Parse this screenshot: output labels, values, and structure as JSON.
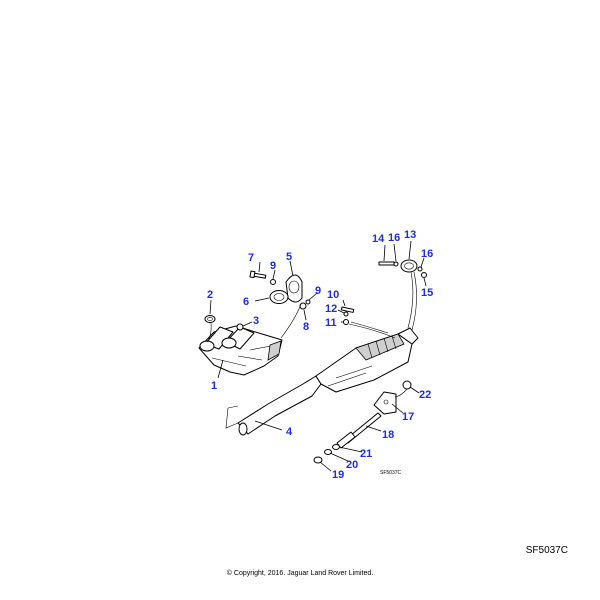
{
  "diagram": {
    "callouts": [
      "1",
      "2",
      "3",
      "4",
      "5",
      "6",
      "7",
      "8",
      "9",
      "9",
      "10",
      "11",
      "12",
      "13",
      "14",
      "15",
      "16",
      "16",
      "17",
      "18",
      "19",
      "20",
      "21",
      "22"
    ],
    "inline_ref": "SF5037C"
  },
  "footer": {
    "ref_code": "SF5037C",
    "copyright": "© Copyright, 2016. Jaguar Land Rover Limited."
  }
}
